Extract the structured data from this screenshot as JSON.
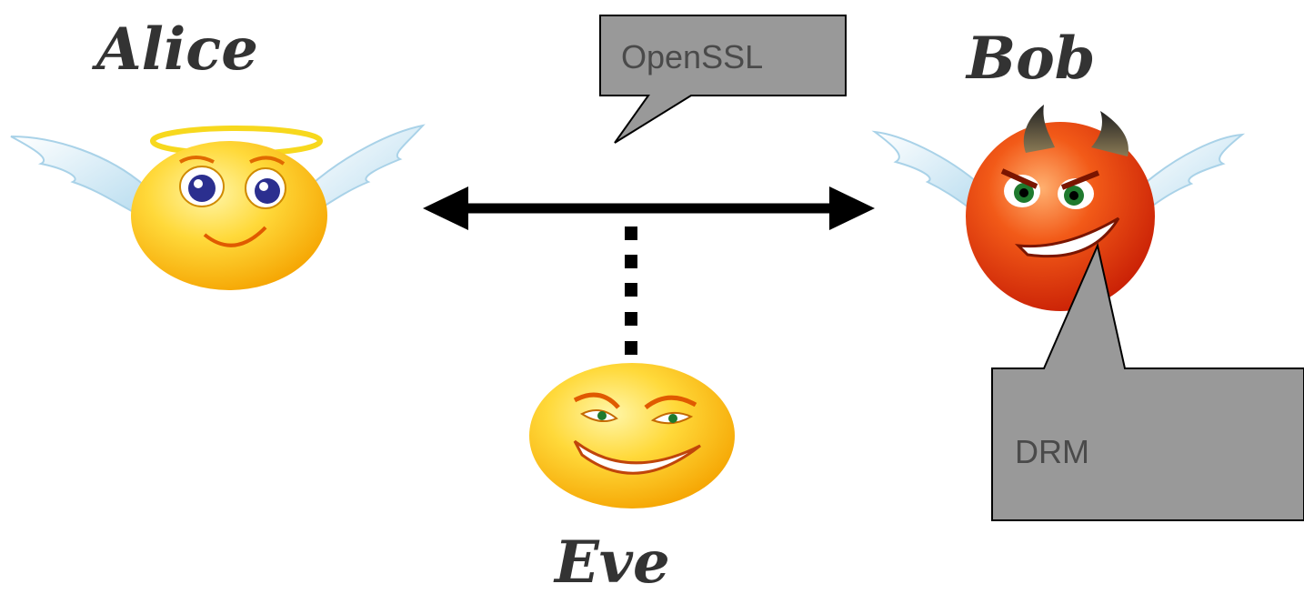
{
  "diagram": {
    "characters": {
      "alice": {
        "name": "Alice",
        "role": "angel",
        "icon": "angel-smiley-icon"
      },
      "bob": {
        "name": "Bob",
        "role": "devil",
        "icon": "devil-smiley-icon"
      },
      "eve": {
        "name": "Eve",
        "role": "eavesdropper",
        "icon": "smirking-smiley-icon"
      }
    },
    "bubbles": {
      "openssl": {
        "text": "OpenSSL"
      },
      "drm": {
        "text": "DRM"
      }
    },
    "connections": [
      {
        "from": "Alice",
        "to": "Bob",
        "style": "solid double-headed arrow"
      },
      {
        "from": "channel",
        "to": "Eve",
        "style": "dotted line"
      }
    ],
    "colors": {
      "smiley_yellow": "#ffc21a",
      "devil_red": "#e8350c",
      "bubble_gray": "#999999",
      "arrow_black": "#000000",
      "wing_blue": "#c9e6f5"
    }
  }
}
